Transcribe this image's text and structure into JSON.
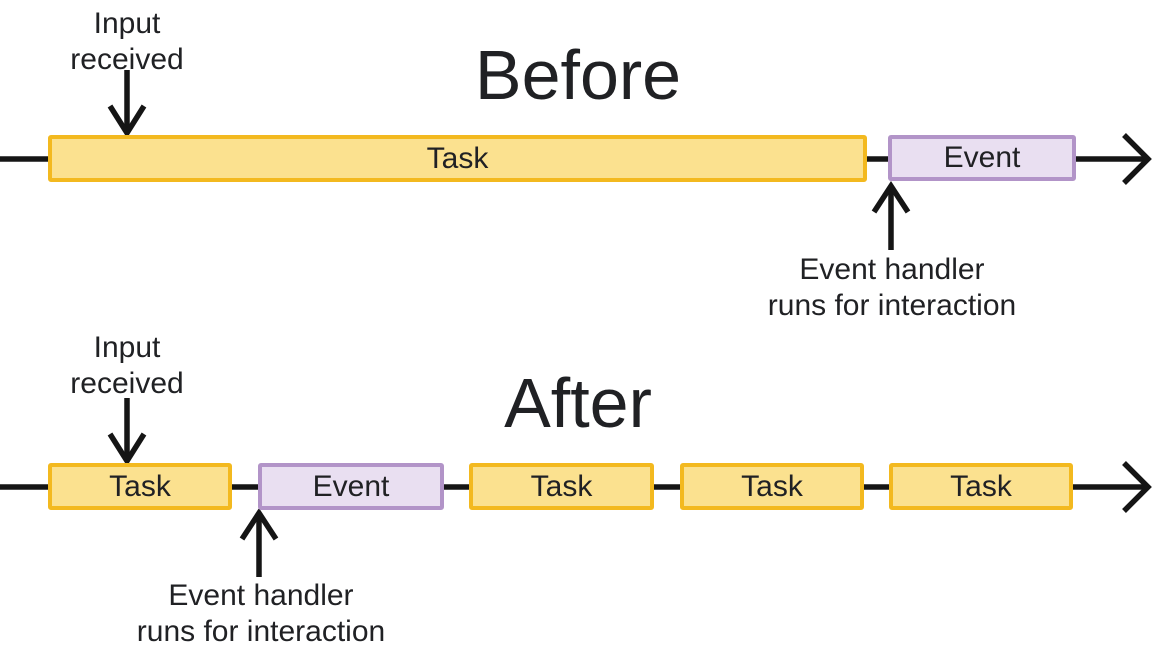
{
  "colors": {
    "task_fill": "#FBE18F",
    "task_border": "#F3B91F",
    "event_fill": "#E9DFF1",
    "event_border": "#B294C8",
    "text": "#202124",
    "line": "#151515"
  },
  "before": {
    "title": "Before",
    "input_label": "Input\nreceived",
    "handler_label": "Event handler\nruns for interaction",
    "boxes": [
      {
        "type": "task",
        "label": "Task"
      },
      {
        "type": "event",
        "label": "Event"
      }
    ]
  },
  "after": {
    "title": "After",
    "input_label": "Input\nreceived",
    "handler_label": "Event handler\nruns for interaction",
    "boxes": [
      {
        "type": "task",
        "label": "Task"
      },
      {
        "type": "event",
        "label": "Event"
      },
      {
        "type": "task",
        "label": "Task"
      },
      {
        "type": "task",
        "label": "Task"
      },
      {
        "type": "task",
        "label": "Task"
      }
    ]
  }
}
